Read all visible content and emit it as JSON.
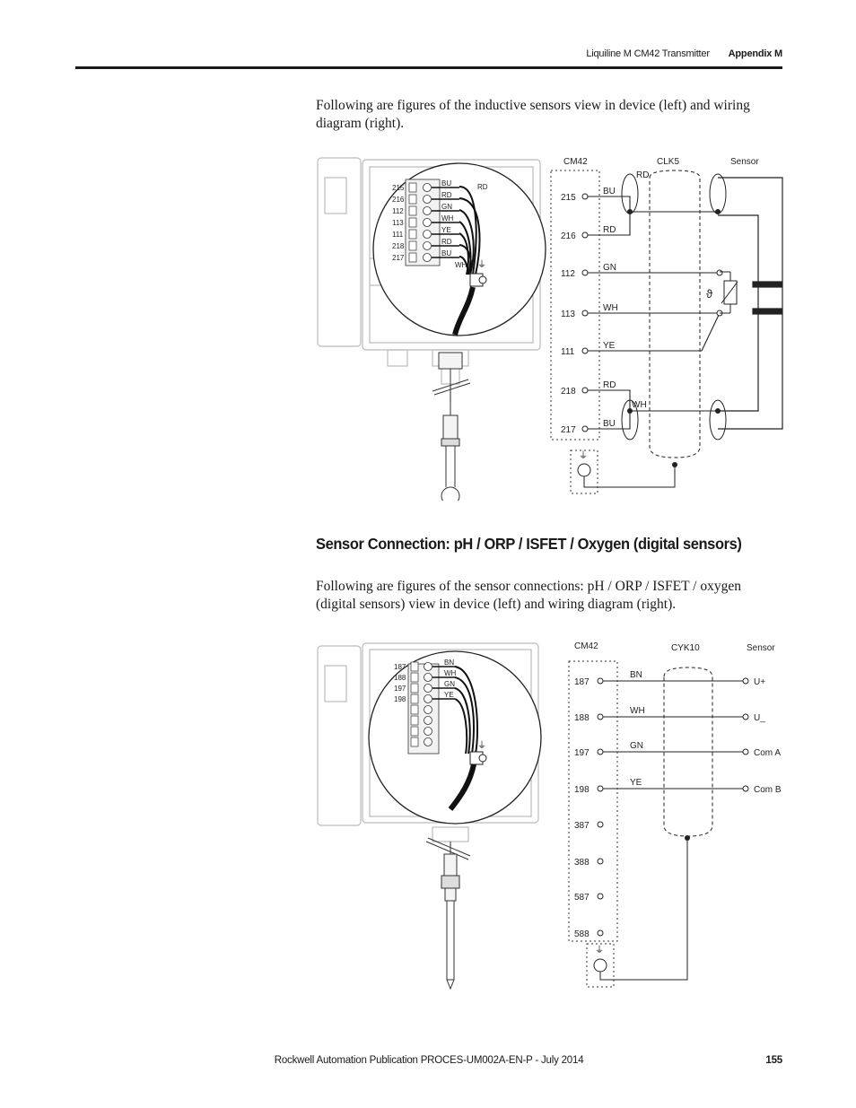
{
  "header": {
    "section_title": "Liquiline M CM42 Transmitter",
    "appendix": "Appendix M"
  },
  "intro1": "Following are figures of the inductive sensors view in device (left) and wiring diagram (right).",
  "fig1": {
    "device_terminals": [
      "215",
      "216",
      "112",
      "113",
      "111",
      "218",
      "217"
    ],
    "device_wires": [
      "BU",
      "RD",
      "GN",
      "WH",
      "YE",
      "RD",
      "BU"
    ],
    "device_extra_rd": "RD",
    "device_wh": "WH",
    "col_cm42": "CM42",
    "col_cable": "CLK5",
    "col_sensor": "Sensor",
    "cable_rd": "RD",
    "terminals": [
      "215",
      "216",
      "112",
      "113",
      "111",
      "218",
      "217"
    ],
    "wires": [
      "BU",
      "RD",
      "GN",
      "WH",
      "YE",
      "RD",
      "BU"
    ],
    "extra_wh": "WH",
    "theta": "ϑ"
  },
  "section_heading": "Sensor Connection: pH / ORP / ISFET / Oxygen (digital sensors)",
  "intro2": "Following are figures of the sensor connections: pH / ORP / ISFET / oxygen (digital sensors) view in device (left) and wiring diagram (right).",
  "fig2": {
    "device_terminals": [
      "187",
      "188",
      "197",
      "198"
    ],
    "device_wires": [
      "BN",
      "WH",
      "GN",
      "YE"
    ],
    "col_cm42": "CM42",
    "col_cable": "CYK10",
    "col_sensor": "Sensor",
    "terminals": [
      "187",
      "188",
      "197",
      "198",
      "387",
      "388",
      "587",
      "588"
    ],
    "wires": [
      "BN",
      "WH",
      "GN",
      "YE"
    ],
    "sensor_pins": [
      "U+",
      "U_",
      "Com A",
      "Com B"
    ]
  },
  "footer": {
    "publication": "Rockwell Automation Publication PROCES-UM002A-EN-P - July 2014",
    "page": "155"
  }
}
